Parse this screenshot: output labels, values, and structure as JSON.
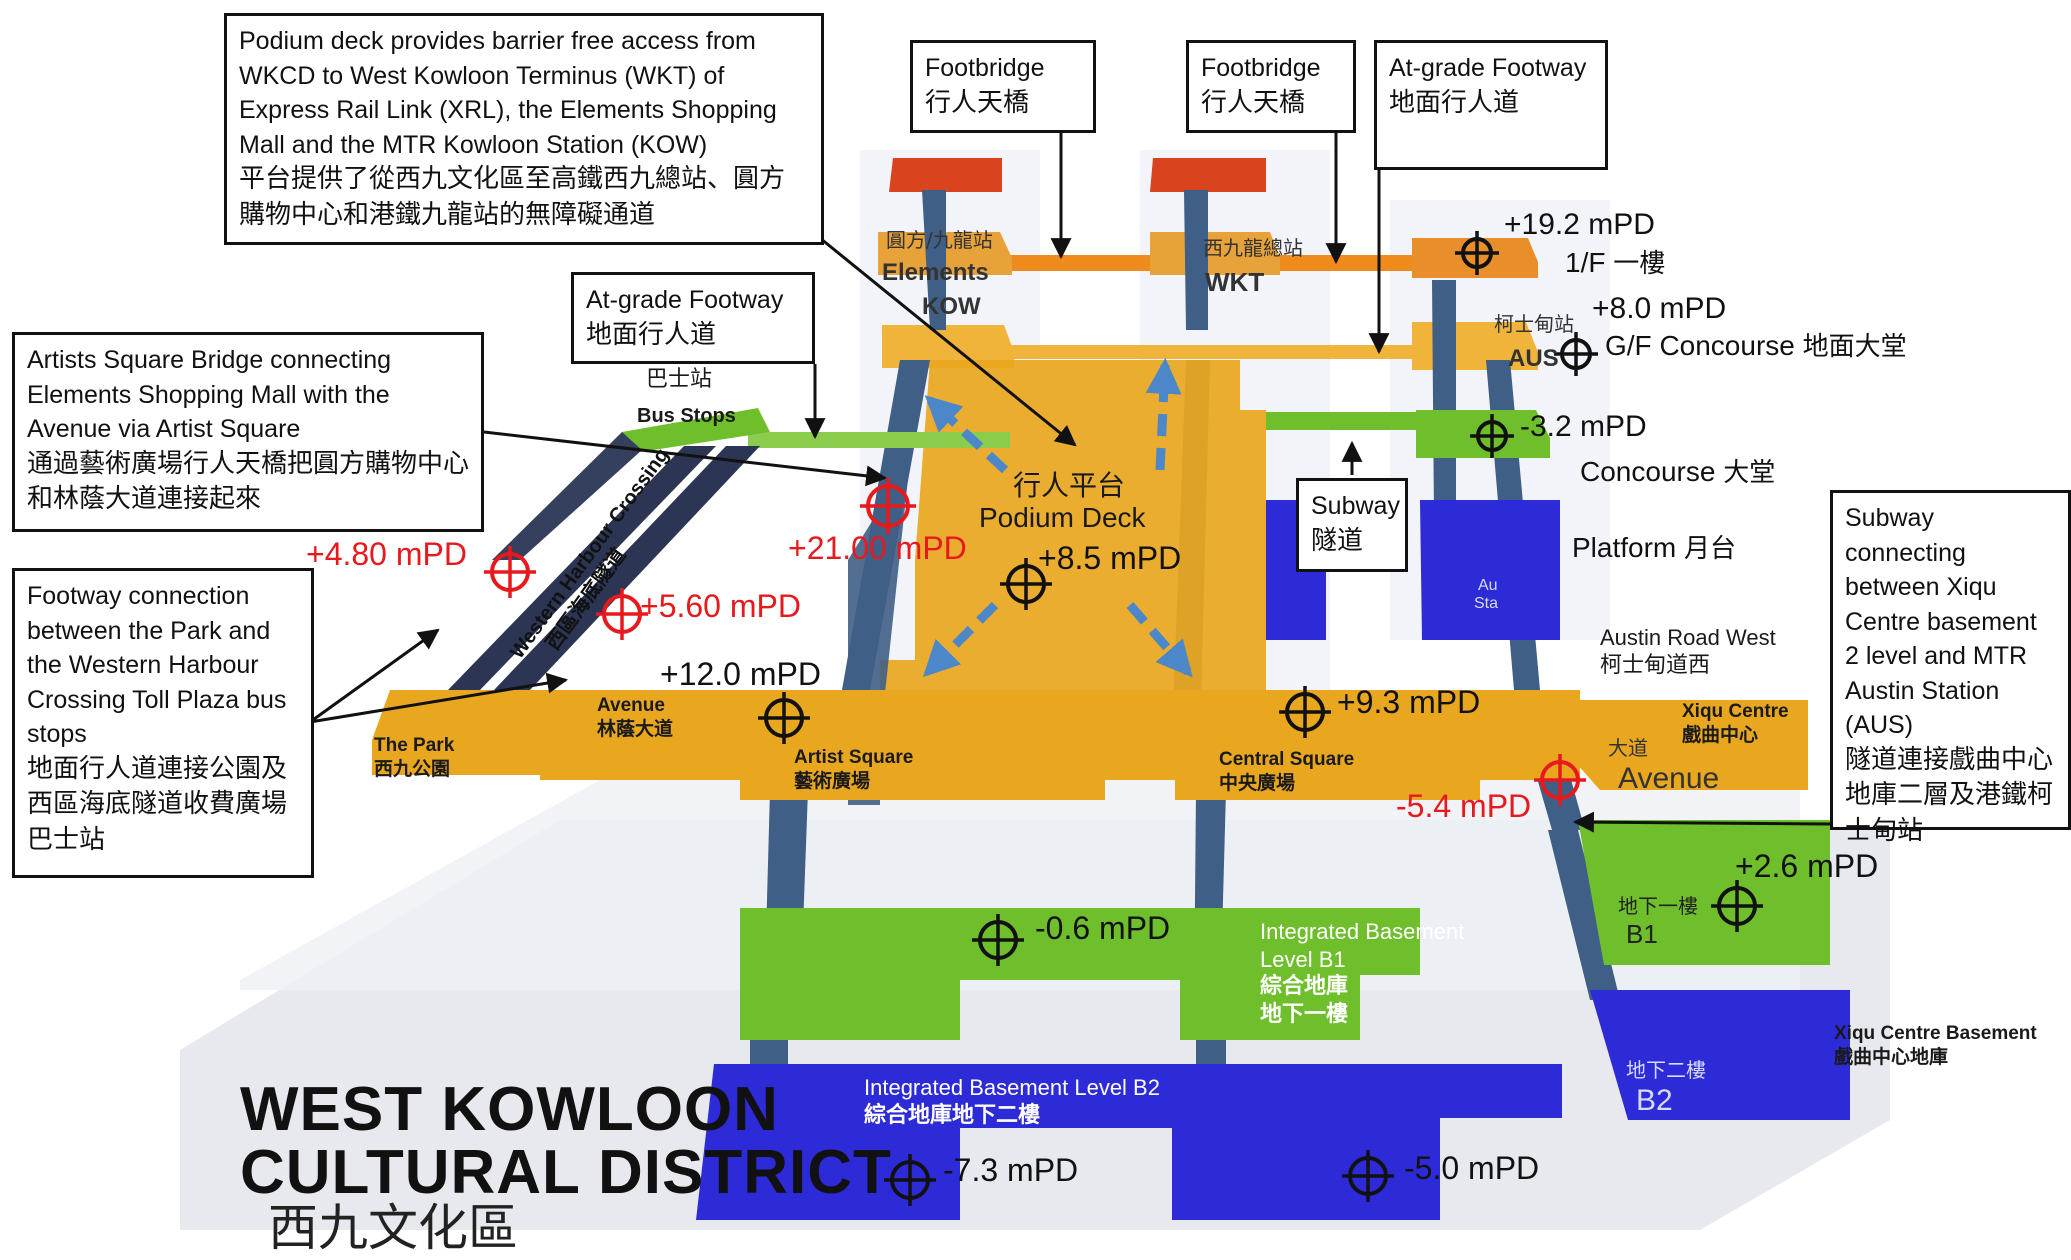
{
  "colors": {
    "podium": "#e9a71f",
    "concourse_green": "#6fbf2c",
    "basement_blue": "#2d2ad8",
    "footbridge_orange": "#ef8a1c",
    "top_red": "#d9441e",
    "column": "#3f5f86",
    "marker_red": "#e8191c",
    "arrow_blue": "#4b87c9"
  },
  "title": {
    "line1": "WEST KOWLOON",
    "line2": "CULTURAL DISTRICT",
    "zh": "西九文化區"
  },
  "callouts": {
    "podium_deck": {
      "en": "Podium deck provides barrier free access from WKCD to West Kowloon Terminus (WKT) of Express Rail Link (XRL), the Elements  Shopping Mall and the MTR Kowloon Station (KOW)",
      "zh": "平台提供了從西九文化區至高鐵西九總站、圓方購物中心和港鐵九龍站的無障礙通道"
    },
    "footbridge_1": {
      "en": "Footbridge",
      "zh": "行人天橋"
    },
    "footbridge_2": {
      "en": "Footbridge",
      "zh": "行人天橋"
    },
    "atgrade_right": {
      "en": "At-grade Footway",
      "zh": "地面行人道"
    },
    "atgrade_left": {
      "en": "At-grade Footway",
      "zh": "地面行人道"
    },
    "artists_bridge": {
      "en": "Artists Square Bridge connecting Elements Shopping Mall with the Avenue via Artist Square",
      "zh": "通過藝術廣場行人天橋把圓方購物中心和林蔭大道連接起來"
    },
    "footway_park": {
      "en": "Footway connection between the Park and the Western Harbour Crossing Toll Plaza bus stops",
      "zh": "地面行人道連接公園及西區海底隧道收費廣場巴士站"
    },
    "subway": {
      "en": "Subway",
      "zh": "隧道"
    },
    "subway_xiqu": {
      "en": "Subway connecting between Xiqu Centre basement 2 level and MTR Austin Station (AUS)",
      "zh": "隧道連接戲曲中心地庫二層及港鐵柯士甸站"
    }
  },
  "levels": {
    "l1": {
      "value": "+19.2 mPD",
      "label": "1/F",
      "zh": "一樓"
    },
    "gf": {
      "value": "+8.0 mPD",
      "label": "G/F Concourse",
      "zh": "地面大堂"
    },
    "conc": {
      "value": "-3.2 mPD",
      "label": "Concourse",
      "zh": "大堂"
    },
    "plat": {
      "label": "Platform",
      "zh": "月台"
    }
  },
  "markers": {
    "m480": "+4.80 mPD",
    "m560": "+5.60 mPD",
    "m2100": "+21.00 mPD",
    "m85": "+8.5 mPD",
    "m120": "+12.0 mPD",
    "m93": "+9.3 mPD",
    "m54": "-5.4 mPD",
    "m26": "+2.6 mPD",
    "m06": "-0.6 mPD",
    "m73": "-7.3 mPD",
    "m50": "-5.0 mPD"
  },
  "stations": {
    "kow_zh": "圓方/九龍站",
    "kow_en1": "Elements",
    "kow_en2": "KOW",
    "wkt_zh": "西九龍總站",
    "wkt_en": "WKT",
    "aus_zh": "柯士甸站",
    "aus_en": "AUS",
    "aus_small1": "Au",
    "aus_small2": "Sta"
  },
  "places": {
    "bus_zh": "巴士站",
    "bus_en": "Bus Stops",
    "whc_en": "Western Harbour Crossing",
    "whc_zh": "西區海底隧道",
    "podium_zh": "行人平台",
    "podium_en": "Podium Deck",
    "park_en": "The Park",
    "park_zh": "西九公園",
    "avenue_en": "Avenue",
    "avenue_zh": "林蔭大道",
    "artist_en": "Artist Square",
    "artist_zh": "藝術廣場",
    "central_en": "Central Square",
    "central_zh": "中央廣場",
    "austin_en": "Austin Road West",
    "austin_zh": "柯士甸道西",
    "xiqu_en": "Xiqu Centre",
    "xiqu_zh": "戲曲中心",
    "avenue_right_zh": "大道",
    "avenue_right_en": "Avenue",
    "b1_en": "Integrated Basement Level B1",
    "b1_zh1": "綜合地庫",
    "b1_zh2": "地下一樓",
    "b2_en": "Integrated Basement Level B2",
    "b2_zh": "綜合地庫地下二樓",
    "xb1_zh": "地下一樓",
    "xb1_en": "B1",
    "xb2_zh": "地下二樓",
    "xb2_en": "B2",
    "xiqu_base_en": "Xiqu Centre Basement",
    "xiqu_base_zh": "戲曲中心地庫"
  }
}
